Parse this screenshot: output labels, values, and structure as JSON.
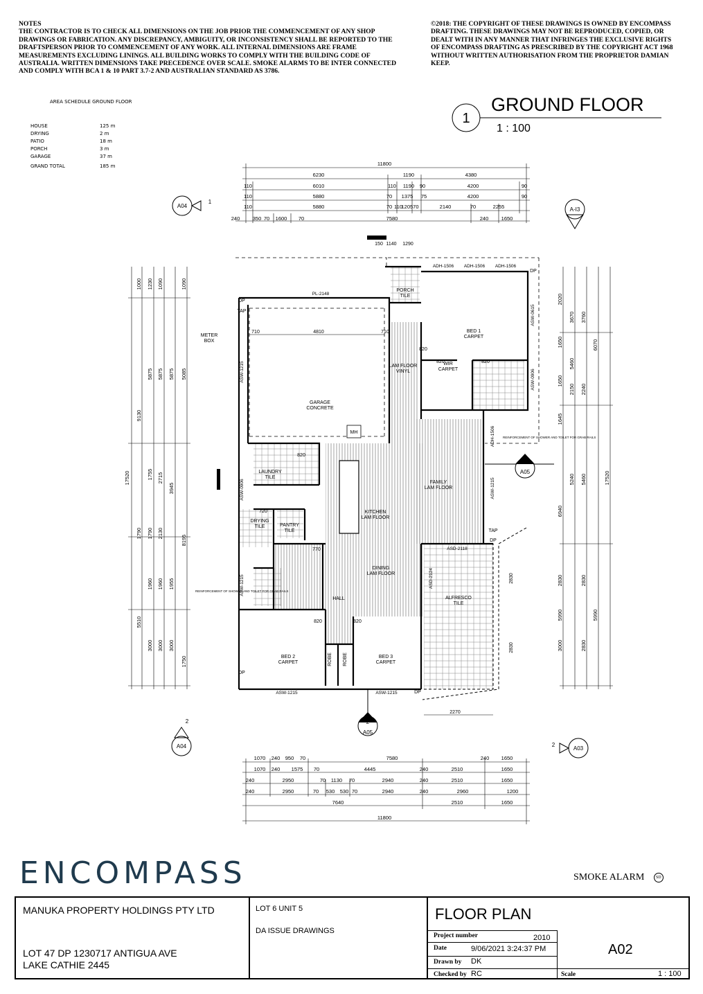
{
  "notes": {
    "heading": "NOTES",
    "body": "THE CONTRACTOR IS TO CHECK ALL DIMENSIONS ON THE JOB PRIOR THE COMMENCEMENT OF ANY SHOP DRAWINGS OR FABRICATION. ANY DISCREPANCY, AMBIGUITY, OR INCONSISTENCY SHALL BE REPORTED TO THE DRAFTSPERSON PRIOR TO COMMENCEMENT OF ANY WORK. ALL INTERNAL DIMENSIONS ARE FRAME MEASUREMENTS EXCLUDING LININGS. ALL BUILDING WORKS TO COMPLY WITH THE BUILDING CODE OF AUSTRALIA. WRITTEN DIMENSIONS TAKE PRECEDENCE OVER SCALE. SMOKE ALARMS TO BE INTER CONNECTED AND COMPLY WITH BCA 1 & 10 PART 3.7-2 AND AUSTRALIAN STANDARD AS 3786."
  },
  "copyright": "©2018: THE COPYRIGHT OF THESE DRAWINGS IS OWNED BY ENCOMPASS DRAFTING. THESE DRAWINGS MAY NOT BE REPRODUCED, COPIED, OR DEALT WITH IN ANY MANNER THAT INFRINGES THE EXCLUSIVE RIGHTS OF ENCOMPASS DRAFTING AS PRESCRIBED BY THE COPYRIGHT ACT 1968 WITHOUT WRITTEN AUTHORISATION FROM THE PROPRIETOR DAMIAN KEEP.",
  "area_schedule": {
    "title": "AREA SCHEDULE GROUND FLOOR",
    "rows": [
      {
        "name": "HOUSE",
        "value": "125 m"
      },
      {
        "name": "DRYING",
        "value": "2 m"
      },
      {
        "name": "PATIO",
        "value": "18 m"
      },
      {
        "name": "PORCH",
        "value": "3 m"
      },
      {
        "name": "GARAGE",
        "value": "37 m"
      },
      {
        "name": "GRAND TOTAL",
        "value": "185 m"
      }
    ]
  },
  "view": {
    "number": "1",
    "title": "GROUND FLOOR",
    "scale": "1 : 100"
  },
  "rooms": {
    "garage": [
      "GARAGE",
      "CONCRETE"
    ],
    "bed1": [
      "BED 1",
      "CARPET"
    ],
    "porch": [
      "PORCH",
      "TILE"
    ],
    "lam_floor": [
      "LAM FLOOR",
      "VINYL"
    ],
    "wir": [
      "WIR",
      "CARPET"
    ],
    "laundry": [
      "LAUNDRY",
      "TILE"
    ],
    "drying": [
      "DRYING",
      "TILE"
    ],
    "pantry": [
      "PANTRY",
      "TILE"
    ],
    "kitchen": [
      "KITCHEN",
      "LAM FLOOR"
    ],
    "family": [
      "FAMILY",
      "LAM FLOOR"
    ],
    "dining": [
      "DINING",
      "LAM FLOOR"
    ],
    "alfresco": [
      "ALFRESCO",
      "TILE"
    ],
    "bed2": [
      "BED 2",
      "CARPET"
    ],
    "bed3": [
      "BED 3",
      "CARPET"
    ],
    "hall": "HALL",
    "robe": "ROBE",
    "mh": "MH",
    "meter_box": [
      "METER",
      "BOX"
    ]
  },
  "windows": {
    "pl": "PL-2148",
    "adh1": "ADH-1506",
    "adh2": "ADH-1506",
    "adh3": "ADH-1506",
    "asw_0615": "ASW-0615",
    "asw_0906_r": "ASW-0906",
    "adh_1506_v": "ADH-1506",
    "asw_1215_r": "ASW-1215",
    "asw_1215_l": "ASW-1215",
    "asw_0906_l": "ASW-0906",
    "asw_1215_l2": "ASW-1215",
    "asd_2118": "ASD-2118",
    "asd_2124": "ASD-2124",
    "asw_bot1": "ASW-1215",
    "asw_bot2": "ASW-1215"
  },
  "misc_labels": {
    "dp": "DP",
    "tap": "TAP",
    "sd": "SD"
  },
  "section_marks": [
    {
      "id": "A04",
      "num": "1"
    },
    {
      "id": "A-I3",
      "num": ""
    },
    {
      "id": "A05",
      "num": "1"
    },
    {
      "id": "A05",
      "num": "2"
    },
    {
      "id": "A04",
      "num": "2"
    },
    {
      "id": "A03",
      "num": "2"
    }
  ],
  "dims_top": [
    [
      "11800"
    ],
    [
      "6230",
      "1190",
      "4380"
    ],
    [
      "110",
      "6010",
      "110",
      "1190",
      "90",
      "4200",
      "90"
    ],
    [
      "110",
      "5880",
      "70",
      "1375",
      "75",
      "4200",
      "90"
    ],
    [
      "110",
      "5880",
      "70",
      "110",
      "120570",
      "2140",
      "70",
      "2255"
    ],
    [
      "240",
      "350",
      "70",
      "1600",
      "70",
      "7580",
      "240",
      "1650"
    ]
  ],
  "dims_bottom": [
    [
      "1070",
      "240",
      "950",
      "70",
      "7580",
      "240",
      "1650"
    ],
    [
      "1070",
      "240",
      "1575",
      "70",
      "4445",
      "240",
      "2510",
      "1650"
    ],
    [
      "240",
      "2950",
      "70",
      "1130",
      "70",
      "2940",
      "240",
      "2510",
      "1650"
    ],
    [
      "240",
      "2950",
      "70",
      "530",
      "530",
      "70",
      "2940",
      "240",
      "2960",
      "1200"
    ],
    [
      "7640",
      "2510",
      "1650"
    ],
    [
      "11800"
    ]
  ],
  "dims_left": [
    [
      "1000",
      "1230",
      "1090",
      "1090"
    ],
    [
      "5875",
      "5875",
      "5875",
      "5085"
    ],
    [
      "9130"
    ],
    [
      "1755",
      "2715",
      "3945"
    ],
    [
      "17520"
    ],
    [
      "1790",
      "1790",
      "2130",
      "8195"
    ],
    [
      "1960",
      "1960",
      "1955"
    ],
    [
      "5510"
    ],
    [
      "3000",
      "3000",
      "3000",
      "1750"
    ]
  ],
  "dims_right": [
    [
      "2020",
      "3670",
      "3760",
      "6070"
    ],
    [
      "1650",
      "5460"
    ],
    [
      "1650",
      "2150",
      "2240"
    ],
    [
      "1645",
      "5240",
      "5460",
      "17520"
    ],
    [
      "6940"
    ],
    [
      "2830",
      "2830"
    ],
    [
      "5990",
      "5990"
    ],
    [
      "3000",
      "2830"
    ]
  ],
  "dims_inner": {
    "d4810": "4810",
    "d710a": "710",
    "d710b": "710",
    "d820a": "820",
    "d820b": "820",
    "d820c": "820",
    "d820d": "820",
    "d820e": "820",
    "d820f": "820",
    "d720": "720",
    "d770": "770",
    "d2270": "2270",
    "d150a": "150",
    "d1140": "1140",
    "d1290": "1290",
    "d2830a": "2830",
    "d2830b": "2830"
  },
  "reinforcement_note": "REINFORCEMENT OF SHOWER AND TOILET FOR GRAB RAILS",
  "logo": "ENCOMPASS",
  "smoke_alarm": "SMOKE ALARM",
  "title_block": {
    "client": "MANUKA PROPERTY HOLDINGS PTY LTD",
    "address1": "LOT 47 DP 1230717 ANTIGUA AVE",
    "address2": "LAKE CATHIE 2445",
    "lot": "LOT 6 UNIT 5",
    "issue": "DA ISSUE DRAWINGS",
    "sheet_title": "FLOOR PLAN",
    "project_number_label": "Project number",
    "project_number": "2010",
    "date_label": "Date",
    "date": "9/06/2021 3:24:37 PM",
    "drawn_by_label": "Drawn by",
    "drawn_by": "DK",
    "checked_by_label": "Checked by",
    "checked_by": "RC",
    "sheet_number": "A02",
    "scale_label": "Scale",
    "scale": "1 : 100"
  }
}
